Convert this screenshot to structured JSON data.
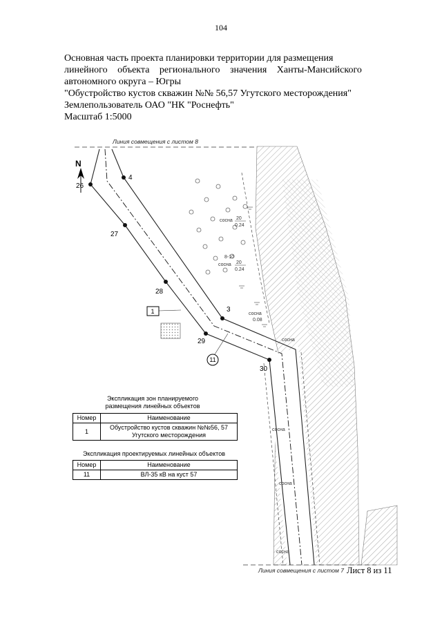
{
  "page": {
    "number": "104",
    "sheet_label": "Лист 8 из 11"
  },
  "header": {
    "lines": [
      "Основная часть проекта планировки территории  для размещения",
      "линейного объекта регионального значения Ханты-Мансийского",
      "автономного округа – Югры",
      "\"Обустройство кустов скважин №№ 56,57 Угутского месторождения\"",
      "Землепользователь ОАО \"НК \"Роснефть\"",
      "Масштаб 1:5000"
    ]
  },
  "map": {
    "top_join_label": "Линия совмещения с листом 8",
    "bottom_join_label": "Линия совмещения с листом 7",
    "north_label": "N",
    "zone_ref": "1",
    "line_ref": "11",
    "points": [
      {
        "label": "26"
      },
      {
        "label": "4"
      },
      {
        "label": "27"
      },
      {
        "label": "28"
      },
      {
        "label": "3"
      },
      {
        "label": "29"
      },
      {
        "label": "30"
      }
    ],
    "annotations": [
      "сосна",
      "20",
      "0.24",
      "8-10",
      "сосна",
      "20",
      "0.24",
      "сосна",
      "0.08",
      "сосна",
      "сосна",
      "сосна",
      "сосна"
    ]
  },
  "tables": {
    "zones": {
      "caption_line1": "Экспликация зон планируемого",
      "caption_line2": "размещения линейных объектов",
      "col_number": "Номер",
      "col_name": "Наименование",
      "row_number": "1",
      "row_name_line1": "Обустройство кустов скважин №№56, 57",
      "row_name_line2": "Угутского месторождения"
    },
    "lines": {
      "caption": "Экспликация проектируемых линейных объектов",
      "col_number": "Номер",
      "col_name": "Наименование",
      "row_number": "11",
      "row_name": "ВЛ-35 кВ на куст 57"
    }
  }
}
